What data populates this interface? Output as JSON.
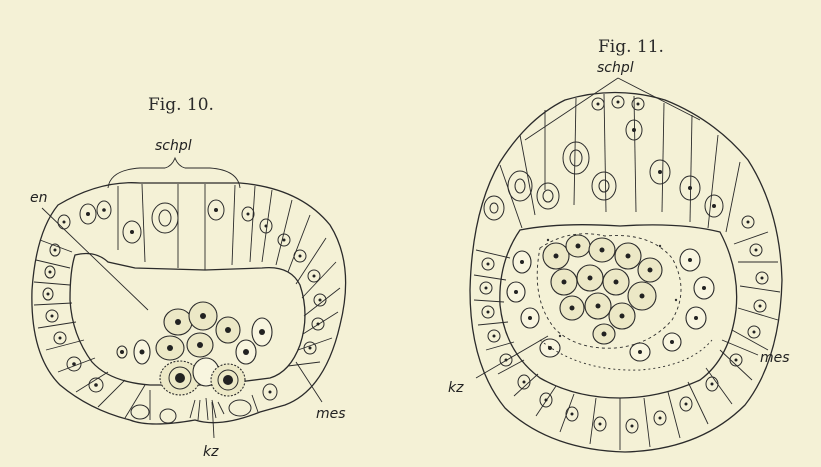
{
  "figures": [
    {
      "caption": "Fig. 10.",
      "labels": {
        "schpl": "schpl",
        "en": "en",
        "mes": "mes",
        "kz": "kz"
      }
    },
    {
      "caption": "Fig. 11.",
      "labels": {
        "schpl": "schpl",
        "mes": "mes",
        "kz": "kz"
      }
    }
  ]
}
